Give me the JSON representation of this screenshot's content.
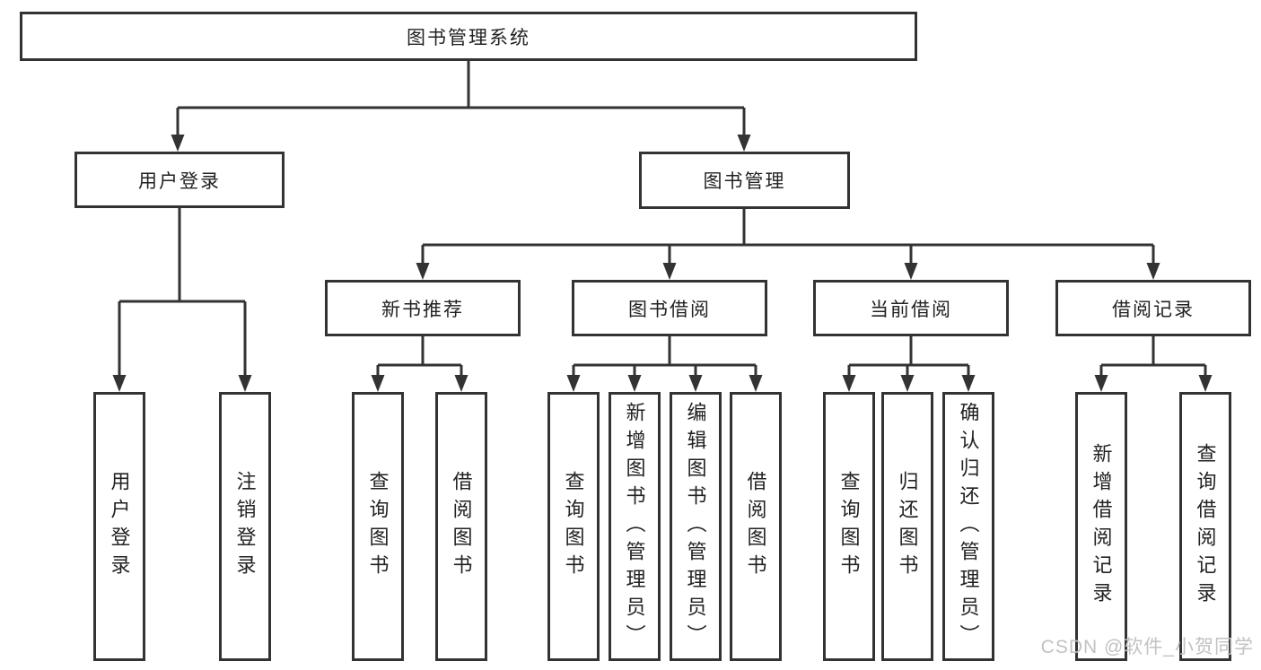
{
  "tree": {
    "label": "图书管理系统",
    "children": [
      {
        "label": "用户登录",
        "children": [
          {
            "label": "用户登录"
          },
          {
            "label": "注销登录"
          }
        ]
      },
      {
        "label": "图书管理",
        "children": [
          {
            "label": "新书推荐",
            "children": [
              {
                "label": "查询图书"
              },
              {
                "label": "借阅图书"
              }
            ]
          },
          {
            "label": "图书借阅",
            "children": [
              {
                "label": "查询图书"
              },
              {
                "label": "新增图书（管理员）"
              },
              {
                "label": "编辑图书（管理员）"
              },
              {
                "label": "借阅图书"
              }
            ]
          },
          {
            "label": "当前借阅",
            "children": [
              {
                "label": "查询图书"
              },
              {
                "label": "归还图书"
              },
              {
                "label": "确认归还（管理员）"
              }
            ]
          },
          {
            "label": "借阅记录",
            "children": [
              {
                "label": "新增借阅记录"
              },
              {
                "label": "查询借阅记录"
              }
            ]
          }
        ]
      }
    ]
  },
  "watermark": {
    "text": "CSDN @软件_小贺同学"
  },
  "colors": {
    "line": "#333333",
    "text": "#222222",
    "watermark": "#c2c2c2",
    "background": "#ffffff"
  }
}
